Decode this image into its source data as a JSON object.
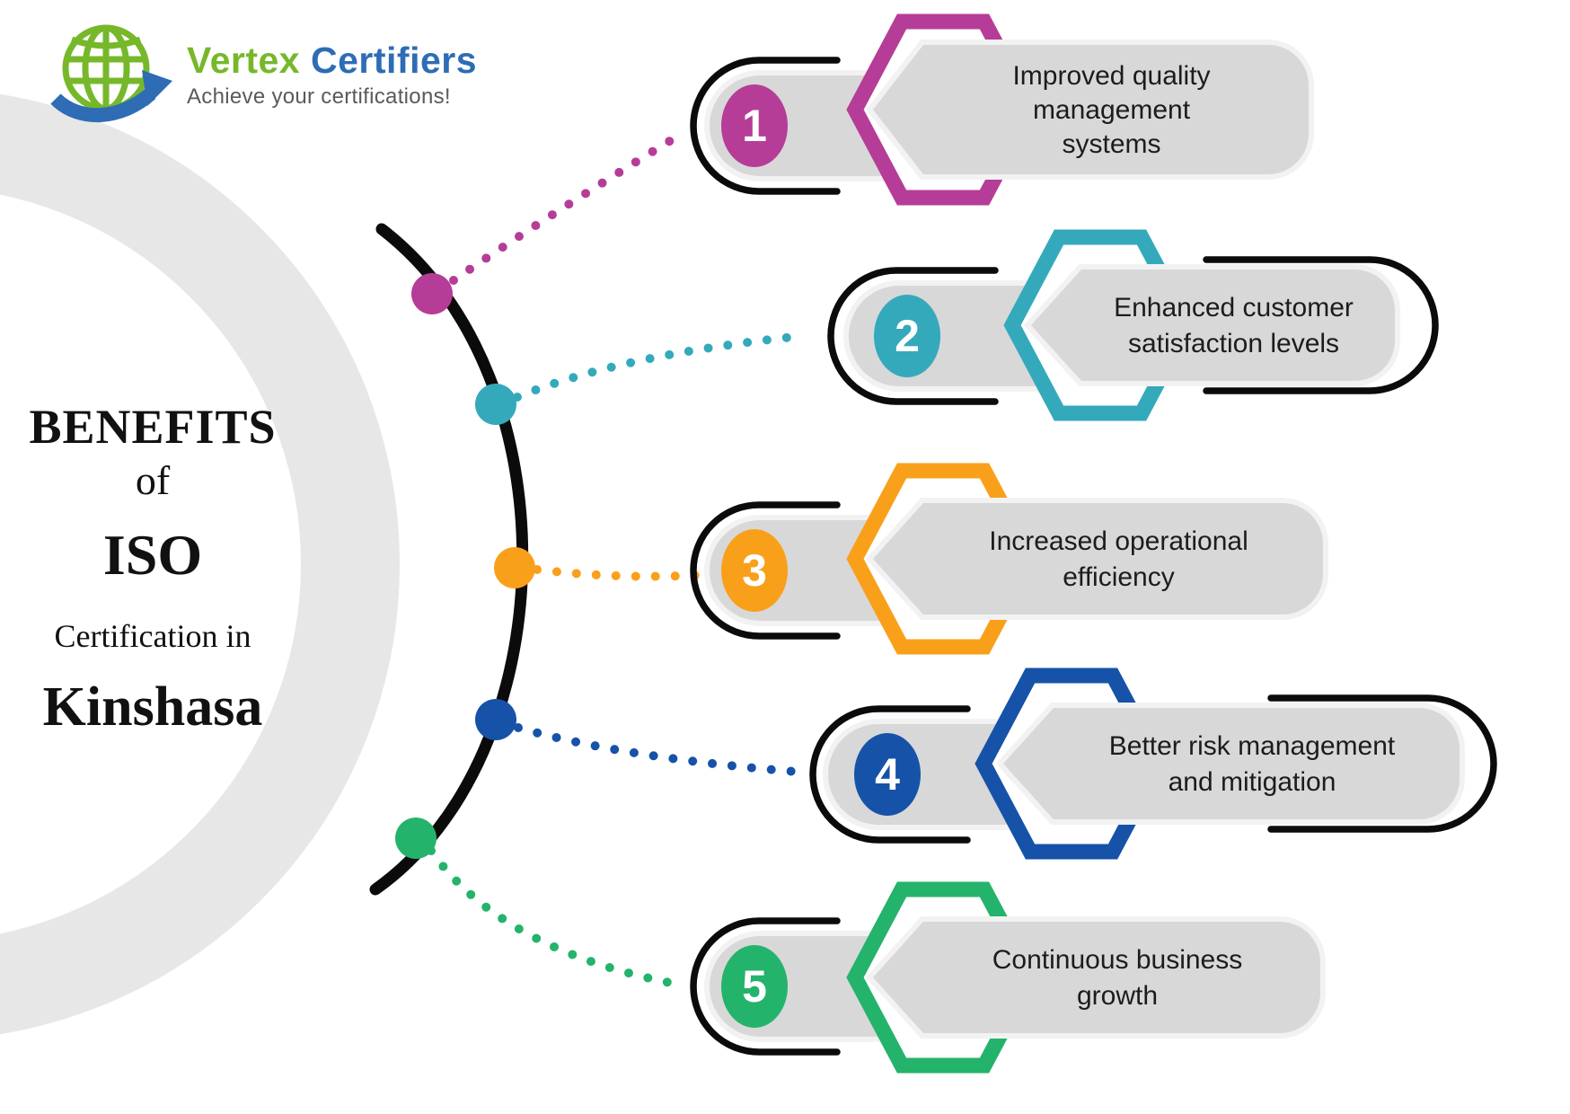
{
  "logo": {
    "brand_primary": "Vertex",
    "brand_secondary": "Certifiers",
    "tagline": "Achieve your certifications!",
    "globe_icon_color": "#76b82a",
    "arrow_icon_color": "#2e6cb5"
  },
  "title": {
    "line1": "BENEFITS",
    "line2": "of",
    "line3": "ISO",
    "line4": "Certification in",
    "line5": "Kinshasa"
  },
  "benefits": [
    {
      "number": "1",
      "color": "#b53d97",
      "lines": [
        "Improved quality",
        "management",
        "systems"
      ]
    },
    {
      "number": "2",
      "color": "#35a9bc",
      "lines": [
        "Enhanced customer",
        "satisfaction levels"
      ]
    },
    {
      "number": "3",
      "color": "#f9a01b",
      "lines": [
        "Increased operational",
        "efficiency"
      ]
    },
    {
      "number": "4",
      "color": "#1652a8",
      "lines": [
        "Better risk management",
        "and mitigation"
      ]
    },
    {
      "number": "5",
      "color": "#24b36b",
      "lines": [
        "Continuous  business",
        "growth"
      ]
    }
  ],
  "colors": {
    "background": "#ffffff",
    "ring_gray": "#e7e7e7",
    "pill_gray": "#d8d8d8",
    "halo_gray": "#f2f2f2",
    "outline_black": "#0b0b0b",
    "text_dark": "#1c1c1c",
    "number_text": "#ffffff",
    "tagline_gray": "#595a5c"
  }
}
